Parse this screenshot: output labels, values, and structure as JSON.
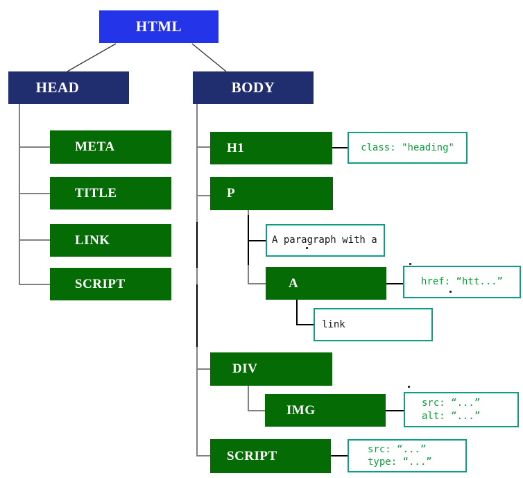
{
  "nodes": {
    "html": "HTML",
    "head": "HEAD",
    "body": "BODY",
    "meta": "META",
    "title": "TITLE",
    "link": "LINK",
    "script_head": "SCRIPT",
    "h1": "H1",
    "p": "P",
    "a": "A",
    "div": "DIV",
    "img": "IMG",
    "script_body": "SCRIPT"
  },
  "text_nodes": {
    "p_text": "A paragraph with a",
    "a_text": "link"
  },
  "attributes": {
    "h1_class": "class: \"heading\"",
    "a_href": "href: “htt...”",
    "img_src": "src: “...”",
    "img_alt": "alt: “...”",
    "script_src": "src: “...”",
    "script_type": "type: “...”"
  },
  "colors": {
    "root_fill": "#2434e8",
    "section_fill": "#202e70",
    "element_fill": "#056b05",
    "note_border": "#0a9e82",
    "attr_text": "#0b9e3f",
    "textnode_text": "#151515",
    "connector_gray": "#808080",
    "connector_black": "#000000"
  }
}
